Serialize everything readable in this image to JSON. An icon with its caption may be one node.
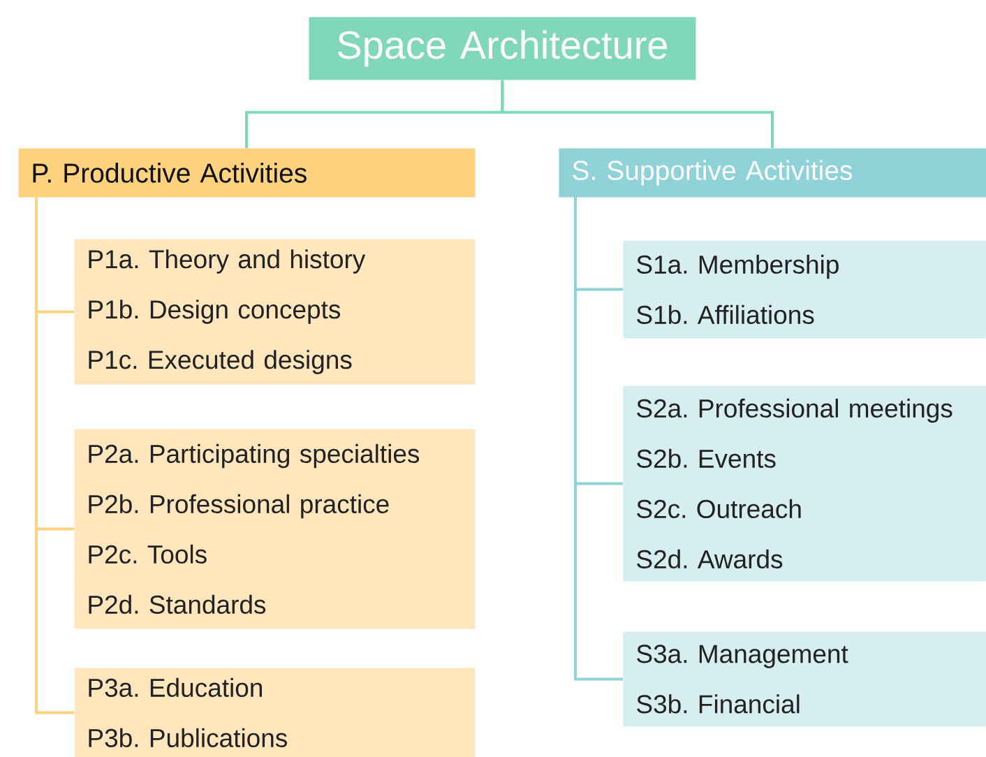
{
  "diagram": {
    "nodes": [
      {
        "text": [
          "Space Architecture"
        ]
      },
      {
        "text": [
          "P.  Productive Activities"
        ]
      },
      {
        "text": [
          "P1a. Theory and history",
          "P1b. Design concepts",
          "P1c. Executed designs"
        ]
      },
      {
        "text": [
          "P2a. Participating specialties",
          "P2b. Professional practice",
          "P2c. Tools",
          "P2d. Standards"
        ]
      },
      {
        "text": [
          "P3a. Education",
          "P3b. Publications"
        ]
      },
      {
        "text": [
          "S.  Supportive Activities"
        ]
      },
      {
        "text": [
          "S1a. Membership",
          "S1b. Affiliations"
        ]
      },
      {
        "text": [
          "S2a. Professional meetings",
          "S2b. Events",
          "S2c. Outreach",
          "S2d. Awards"
        ]
      },
      {
        "text": [
          "S3a. Management",
          "S3b. Financial"
        ]
      }
    ],
    "edges": [
      {
        "from": 0,
        "to": 1,
        "arrow": "none",
        "color": "#80d8b8"
      },
      {
        "from": 0,
        "to": 5,
        "arrow": "none",
        "color": "#80d8b8"
      },
      {
        "from": 1,
        "to": 2,
        "arrow": "none",
        "color": "#ffd27f"
      },
      {
        "from": 1,
        "to": 3,
        "arrow": "none",
        "color": "#ffd27f"
      },
      {
        "from": 1,
        "to": 4,
        "arrow": "none",
        "color": "#ffd27f"
      },
      {
        "from": 5,
        "to": 6,
        "arrow": "none",
        "color": "#8fd3d8"
      },
      {
        "from": 5,
        "to": 7,
        "arrow": "none",
        "color": "#8fd3d8"
      },
      {
        "from": 5,
        "to": 8,
        "arrow": "none",
        "color": "#8fd3d8"
      }
    ]
  }
}
